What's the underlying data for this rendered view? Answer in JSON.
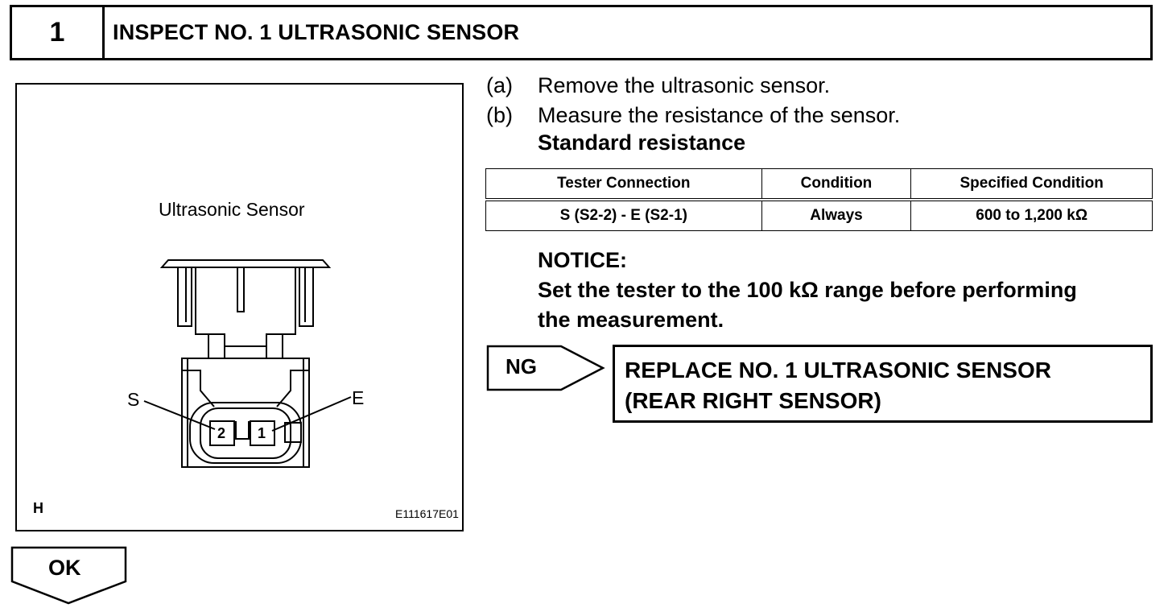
{
  "header": {
    "step_number": "1",
    "title": "INSPECT NO. 1 ULTRASONIC SENSOR"
  },
  "figure": {
    "title": "Ultrasonic Sensor",
    "label_s": "S",
    "label_e": "E",
    "pin_2": "2",
    "pin_1": "1",
    "corner_label": "H",
    "figure_code": "E111617E01"
  },
  "steps": [
    {
      "mark": "(a)",
      "text": "Remove the ultrasonic sensor."
    },
    {
      "mark": "(b)",
      "text": "Measure the resistance of the sensor."
    }
  ],
  "standard_label": "Standard resistance",
  "table": {
    "headers": [
      "Tester Connection",
      "Condition",
      "Specified Condition"
    ],
    "rows": [
      [
        "S (S2-2) - E (S2-1)",
        "Always",
        "600 to 1,200 kΩ"
      ]
    ]
  },
  "notice": {
    "label": "NOTICE:",
    "line1": "Set the tester to the 100 kΩ range before performing",
    "line2": "the measurement."
  },
  "ng": {
    "label": "NG",
    "result_line1": "REPLACE NO. 1 ULTRASONIC SENSOR",
    "result_line2": "(REAR RIGHT SENSOR)"
  },
  "ok": {
    "label": "OK"
  }
}
